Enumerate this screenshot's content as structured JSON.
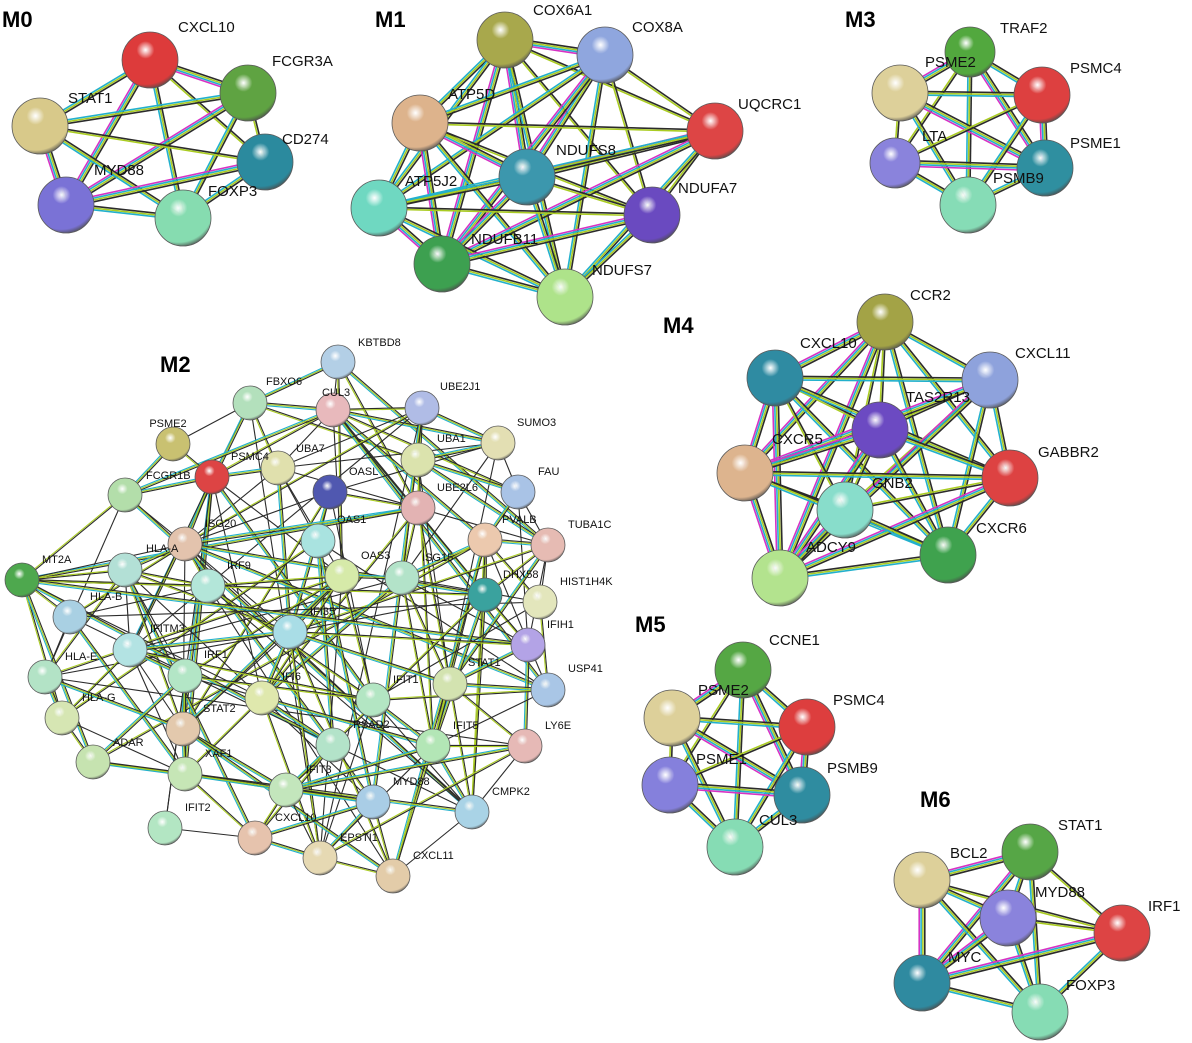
{
  "edge_colors": [
    "#2b2b2b",
    "#aacc22",
    "#22b0cc",
    "#d633c4",
    "#2b2b2b",
    "#aacc22"
  ],
  "modules": [
    {
      "title": "M0",
      "nodes": [
        {
          "label": "CXCL10",
          "color": "#dd3b3b"
        },
        {
          "label": "FCGR3A",
          "color": "#5fa342"
        },
        {
          "label": "STAT1",
          "color": "#d8c98a"
        },
        {
          "label": "CD274",
          "color": "#2b8a9e"
        },
        {
          "label": "MYD88",
          "color": "#7a72d6"
        },
        {
          "label": "FOXP3",
          "color": "#86dcb0"
        }
      ]
    },
    {
      "title": "M1",
      "nodes": [
        {
          "label": "COX6A1",
          "color": "#a8a84c"
        },
        {
          "label": "COX8A",
          "color": "#8fa6de"
        },
        {
          "label": "ATP5D",
          "color": "#ddb38c"
        },
        {
          "label": "UQCRC1",
          "color": "#dd4545"
        },
        {
          "label": "NDUFS8",
          "color": "#3c97ad"
        },
        {
          "label": "ATP5J2",
          "color": "#6fd8c1"
        },
        {
          "label": "NDUFA7",
          "color": "#6a4ac0"
        },
        {
          "label": "NDUFB11",
          "color": "#3da050"
        },
        {
          "label": "NDUFS7",
          "color": "#aee38a"
        }
      ]
    },
    {
      "title": "M3",
      "nodes": [
        {
          "label": "TRAF2",
          "color": "#52a83e"
        },
        {
          "label": "PSME2",
          "color": "#ddd09a"
        },
        {
          "label": "PSMC4",
          "color": "#dd4040"
        },
        {
          "label": "LTA",
          "color": "#8a83dc"
        },
        {
          "label": "PSME1",
          "color": "#2f8fa0"
        },
        {
          "label": "PSMB9",
          "color": "#86dcb6"
        }
      ]
    },
    {
      "title": "M4",
      "nodes": [
        {
          "label": "CCR2",
          "color": "#a3a346"
        },
        {
          "label": "CXCL10",
          "color": "#2f8ba2"
        },
        {
          "label": "CXCL11",
          "color": "#8ea2dc"
        },
        {
          "label": "TAS2R13",
          "color": "#6c4ac2"
        },
        {
          "label": "CXCR5",
          "color": "#ddb48e"
        },
        {
          "label": "GABBR2",
          "color": "#dd4242"
        },
        {
          "label": "GNB2",
          "color": "#88ddcb"
        },
        {
          "label": "ADCY9",
          "color": "#b3e38e"
        },
        {
          "label": "CXCR6",
          "color": "#3fa24e"
        }
      ]
    },
    {
      "title": "M5",
      "nodes": [
        {
          "label": "CCNE1",
          "color": "#55a744"
        },
        {
          "label": "PSME2",
          "color": "#ddd09a"
        },
        {
          "label": "PSMC4",
          "color": "#dd3e3e"
        },
        {
          "label": "PSME1",
          "color": "#8580dc"
        },
        {
          "label": "PSMB9",
          "color": "#2f8ca0"
        },
        {
          "label": "CUL3",
          "color": "#86dcb4"
        }
      ]
    },
    {
      "title": "M6",
      "nodes": [
        {
          "label": "STAT1",
          "color": "#56a646"
        },
        {
          "label": "BCL2",
          "color": "#ddd09a"
        },
        {
          "label": "MYD88",
          "color": "#8a83dc"
        },
        {
          "label": "IRF1",
          "color": "#dd4444"
        },
        {
          "label": "MYC",
          "color": "#2f8aa0"
        },
        {
          "label": "FOXP3",
          "color": "#86dcb4"
        }
      ]
    },
    {
      "title": "M2",
      "nodes": [
        {
          "label": "KBTBD8",
          "color": "#b3cfe6"
        },
        {
          "label": "FBXO6",
          "color": "#b3e0bc"
        },
        {
          "label": "CUL3",
          "color": "#e8b9bc"
        },
        {
          "label": "UBE2J1",
          "color": "#b0bce6"
        },
        {
          "label": "SUMO3",
          "color": "#e3dfb3"
        },
        {
          "label": "PSME2",
          "color": "#c9c171"
        },
        {
          "label": "UBA7",
          "color": "#e0e0ad"
        },
        {
          "label": "UBA1",
          "color": "#dbe3ad"
        },
        {
          "label": "PSMC4",
          "color": "#dd4444"
        },
        {
          "label": "OASL",
          "color": "#5058b0"
        },
        {
          "label": "FAU",
          "color": "#a9c3e6"
        },
        {
          "label": "FCGR1B",
          "color": "#b3deaa"
        },
        {
          "label": "UBE2L6",
          "color": "#e3b3b3"
        },
        {
          "label": "ISG20",
          "color": "#e3c3ad"
        },
        {
          "label": "PVALB",
          "color": "#ecc9ae"
        },
        {
          "label": "TUBA1C",
          "color": "#e6bbb3"
        },
        {
          "label": "OAS1",
          "color": "#a9e3e0"
        },
        {
          "label": "HLA-A",
          "color": "#b3e0d6"
        },
        {
          "label": "ISG15",
          "color": "#b3e3c9"
        },
        {
          "label": "OAS3",
          "color": "#d6eaa9"
        },
        {
          "label": "IRF9",
          "color": "#b3e6d9"
        },
        {
          "label": "MT2A",
          "color": "#4ea84e"
        },
        {
          "label": "DHX58",
          "color": "#3aa29e"
        },
        {
          "label": "HIST1H4K",
          "color": "#e3e6bc"
        },
        {
          "label": "HLA-B",
          "color": "#a9d0e3"
        },
        {
          "label": "IFI35",
          "color": "#a9dde6"
        },
        {
          "label": "IFIH1",
          "color": "#b3a3e6"
        },
        {
          "label": "IFITM3",
          "color": "#b3e3e3"
        },
        {
          "label": "HLA-E",
          "color": "#b3e3c6"
        },
        {
          "label": "IRF1",
          "color": "#b3e6c6"
        },
        {
          "label": "STAT1",
          "color": "#d3e3b0"
        },
        {
          "label": "USP41",
          "color": "#a9c6e6"
        },
        {
          "label": "IFI6",
          "color": "#dfe8ad"
        },
        {
          "label": "IFIT1",
          "color": "#b3e6c3"
        },
        {
          "label": "HLA-G",
          "color": "#d6e6b3"
        },
        {
          "label": "STAT2",
          "color": "#e3c9ad"
        },
        {
          "label": "RSAD2",
          "color": "#b3e3c9"
        },
        {
          "label": "IFIT5",
          "color": "#b3e6b6"
        },
        {
          "label": "LY6E",
          "color": "#e6b9b6"
        },
        {
          "label": "ADAR",
          "color": "#c6e3b0"
        },
        {
          "label": "XAF1",
          "color": "#c6e6b6"
        },
        {
          "label": "IFIT3",
          "color": "#c3e6bc"
        },
        {
          "label": "MYD88",
          "color": "#a9cde6"
        },
        {
          "label": "CMPK2",
          "color": "#a9d3e6"
        },
        {
          "label": "IFIT2",
          "color": "#b3e6c3"
        },
        {
          "label": "CXCL10",
          "color": "#e6c3ad"
        },
        {
          "label": "EPSTI1",
          "color": "#e6d9b3"
        },
        {
          "label": "CXCL11",
          "color": "#e3cca9"
        }
      ]
    }
  ]
}
